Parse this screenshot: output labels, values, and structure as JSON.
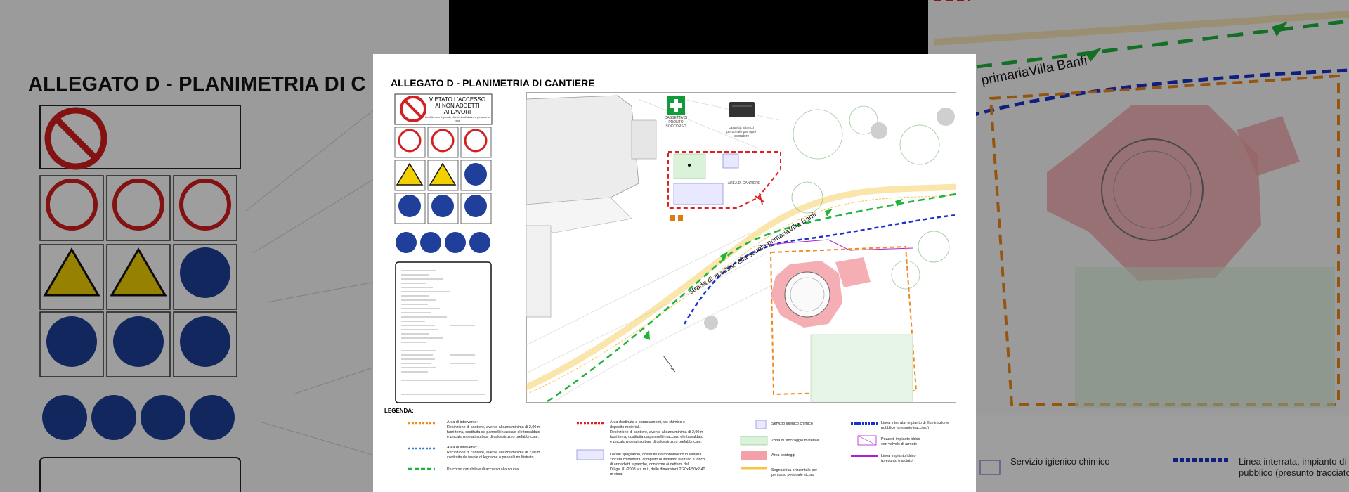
{
  "background": {
    "title": "ALLEGATO D - PLANIMETRIA DI C",
    "road_label": "primariaVilla Banfi",
    "legend_servizio": "Servizio igienico chimico",
    "legend_linea": "Linea interrata, impianto di illu\npubblico (presunto tracciato)"
  },
  "sheet": {
    "title": "ALLEGATO D - PLANIMETRIA DI CANTIERE",
    "warning_sign": {
      "line1": "VIETATO L'ACCESSO",
      "line2": "AI NON ADDETTI",
      "line3": "AI LAVORI",
      "sub": "La ditta non risponde di eventuali danni a persone o cose"
    },
    "first_aid": "CASSETTA DI PRONTO SOCCORSO",
    "container_note": "cassetta attrezzi personale per ogni lavoratore",
    "area_cantiere": "AREA DI CANTIERE",
    "road_label": "strada di accesso alla scuola primariaVilla Banfi",
    "legend_title": "LEGENDA:",
    "legend": {
      "area_intervento_1": "Area di intervento:\nRecinzione di cantiere, avente altezza minima di 2,00 m\nfuori terra, costituita da pannelli in acciaio elettrosaldato\ne zincato montati su basi di calcestruzzo prefabbricate.",
      "area_intervento_2": "Area di intervento:\nRecinzione di cantiere, avente altezza minima di 2,00 m\ncostituita da tavole di legname o pannelli multistrato",
      "percorso": "Percorso carrabile e di accesso alla scuola",
      "area_baraccamenti": "Area destinata a baraccamenti, wc chimico e\ndeposito materiali.\nRecinzione di cantiere, avente altezza minima di 2,00 m\nfuori terra, costituita da pannelli in acciaio elettrosaldato\ne zincato montati su basi di calcestruzzo prefabbricate.",
      "locale_spogliatoio": "Locale spogliatoio, costituito da monoblocco in lamiera\nzincata coibentata, completo di impianto elettrico e idrico,\ndi armadietti e panche, conforme ai dettami del\nD.Lgs. 81/2008 e s.m.i., delle dimensioni 2,20x4,50x2,40\nm circa",
      "servizio_igienico": "Servizio igienico chimico",
      "zona_stoccaggio": "Zona di stoccaggio materiali",
      "area_ponteggi": "Area ponteggi",
      "segnaletica": "Segnaletica orizzontale per\npercorso pedonale sicuro",
      "linea_interrata": "Linea interrata, impianto di illuminazione\npubblico (presunto tracciato)",
      "pozzetti": "Pozzetti impianto idrico\ncon valvole di arresto",
      "linea_idrico": "Linea impianto idrico\n(presunto tracciato)"
    }
  },
  "colors": {
    "fence_orange": "#f08a1c",
    "fence_blue": "#2a7fd0",
    "path_green": "#1eb33a",
    "area_red": "#e02020",
    "light_line_blue": "#1a33cc",
    "scaffold_pink": "#f4a0a8",
    "signal_yellow": "#f5c542",
    "water_purple": "#b020d0",
    "hatch_lilac": "#9090e0"
  }
}
